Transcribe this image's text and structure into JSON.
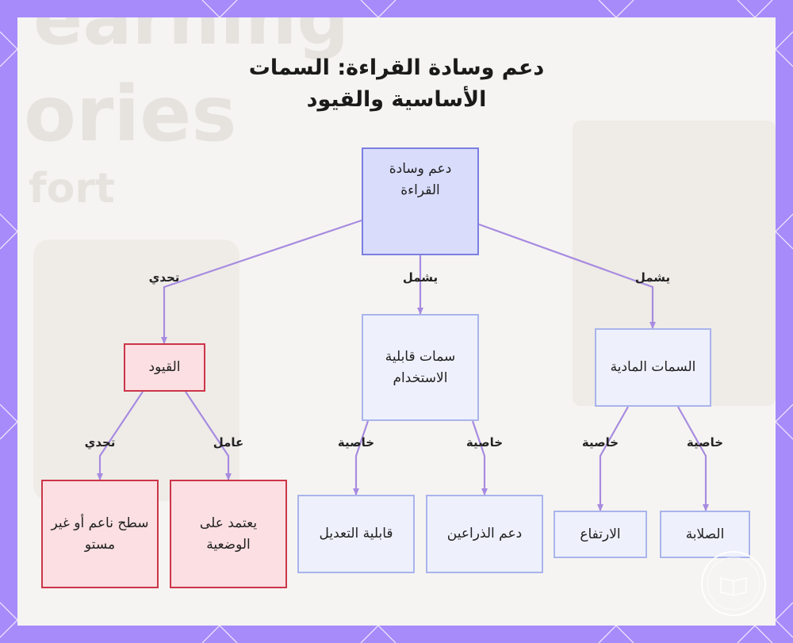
{
  "title": "دعم وسادة القراءة: السمات الأساسية والقيود",
  "background": {
    "text_line1": "earning",
    "text_line2": "ories",
    "text_line3": "fort"
  },
  "nodes": {
    "root": "دعم وسادة القراءة",
    "physical": "السمات المادية",
    "usability": "سمات قابلية الاستخدام",
    "constraints": "القيود",
    "firmness": "الصلابة",
    "height": "الارتفاع",
    "arm_support": "دعم الذراعين",
    "adjustability": "قابلية التعديل",
    "position": "يعتمد على الوضعية",
    "surface": "سطح ناعم أو غير مستو"
  },
  "edges": {
    "root_physical": "يشمل",
    "root_usability": "يشمل",
    "root_constraints": "تحدي",
    "physical_firmness": "خاصية",
    "physical_height": "خاصية",
    "usability_arm": "خاصية",
    "usability_adjust": "خاصية",
    "constraints_position": "عامل",
    "constraints_surface": "تحدي"
  },
  "colors": {
    "frame": "#a78bfa",
    "edge_line": "#a78be0",
    "root_fill": "#d9dcfb",
    "root_border": "#7b7fe0",
    "feature_fill": "#eef1fc",
    "feature_border": "#a9b4ec",
    "constraint_fill": "#fbdfe2",
    "constraint_border": "#cc3548"
  }
}
